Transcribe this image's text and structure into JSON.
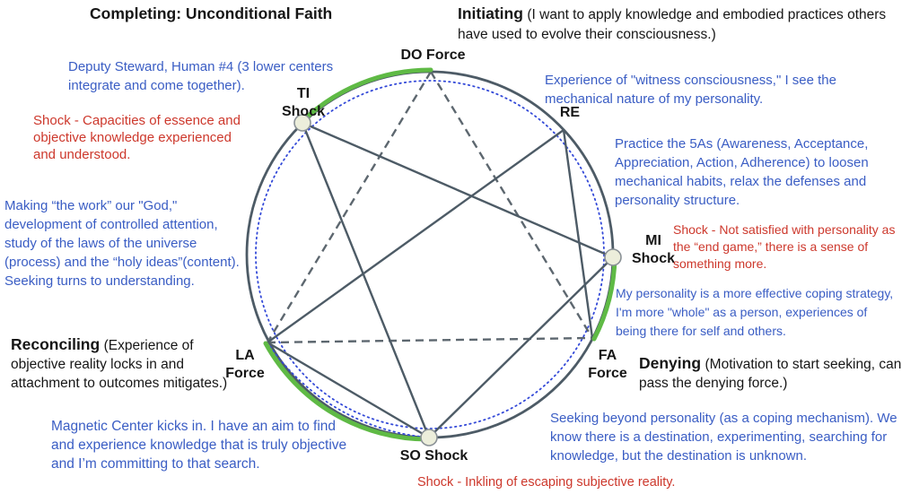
{
  "headings": {
    "completing": "Completing: Unconditional Faith",
    "initiating": {
      "term": "Initiating",
      "desc": "(I want to apply knowledge and embodied practices others have used to evolve their consciousness.)"
    },
    "reconciling": {
      "term": "Reconciling",
      "desc": "(Experience of objective reality locks in and attachment to outcomes mitigates.)"
    },
    "denying": {
      "term": "Denying",
      "desc": "(Motivation to start seeking, can pass the denying force.)"
    }
  },
  "diagram": {
    "node_labels": {
      "do": "DO Force",
      "re": "RE",
      "mi": "MI\nShock",
      "fa": "FA\nForce",
      "so": "SO Shock",
      "la": "LA\nForce",
      "ti": "TI\nShock"
    },
    "colors": {
      "circle_stroke": "#4d5b66",
      "dashed_line": "#5d676f",
      "dotted_circle": "#3349d8",
      "green_arc": "#5fba45",
      "node_fill": "#eceedb",
      "node_stroke": "#8a9196",
      "blue_text": "#3a5dc4",
      "red_text": "#cd382c",
      "heading_text": "#161616"
    }
  },
  "annotations": {
    "blue": {
      "deputy_steward": "Deputy Steward, Human #4 (3 lower centers\nintegrate and come together).",
      "making_work": "Making “the work” our \"God,\"\ndevelopment of controlled attention,\nstudy of the laws of the universe\n(process) and the “holy ideas”(content).\nSeeking turns to understanding.",
      "magnetic_center": "Magnetic Center kicks in. I have an aim to find\nand experience knowledge that is truly objective\nand I’m committing to that search.",
      "witness": "Experience of \"witness consciousness,\" I see the\nmechanical nature of my personality.",
      "five_as": "Practice the 5As (Awareness, Acceptance,\nAppreciation, Action, Adherence) to loosen\nmechanical habits, relax the defenses and\npersonality structure.",
      "whole_person": "My personality is a more effective coping strategy,\nI'm more \"whole\" as a person, experiences of\nbeing there for self and others.",
      "seeking_beyond": "Seeking beyond personality (as a coping mechanism). We\nknow there is a destination, experimenting, searching for\nknowledge, but the destination is unknown."
    },
    "red": {
      "ti_shock": "Shock - Capacities of essence and\nobjective knowledge experienced\nand understood.",
      "mi_shock": "Shock - Not satisfied with personality as\nthe “end game,” there is a sense of\nsomething more.",
      "so_shock": "Shock - Inkling of escaping subjective reality."
    }
  }
}
